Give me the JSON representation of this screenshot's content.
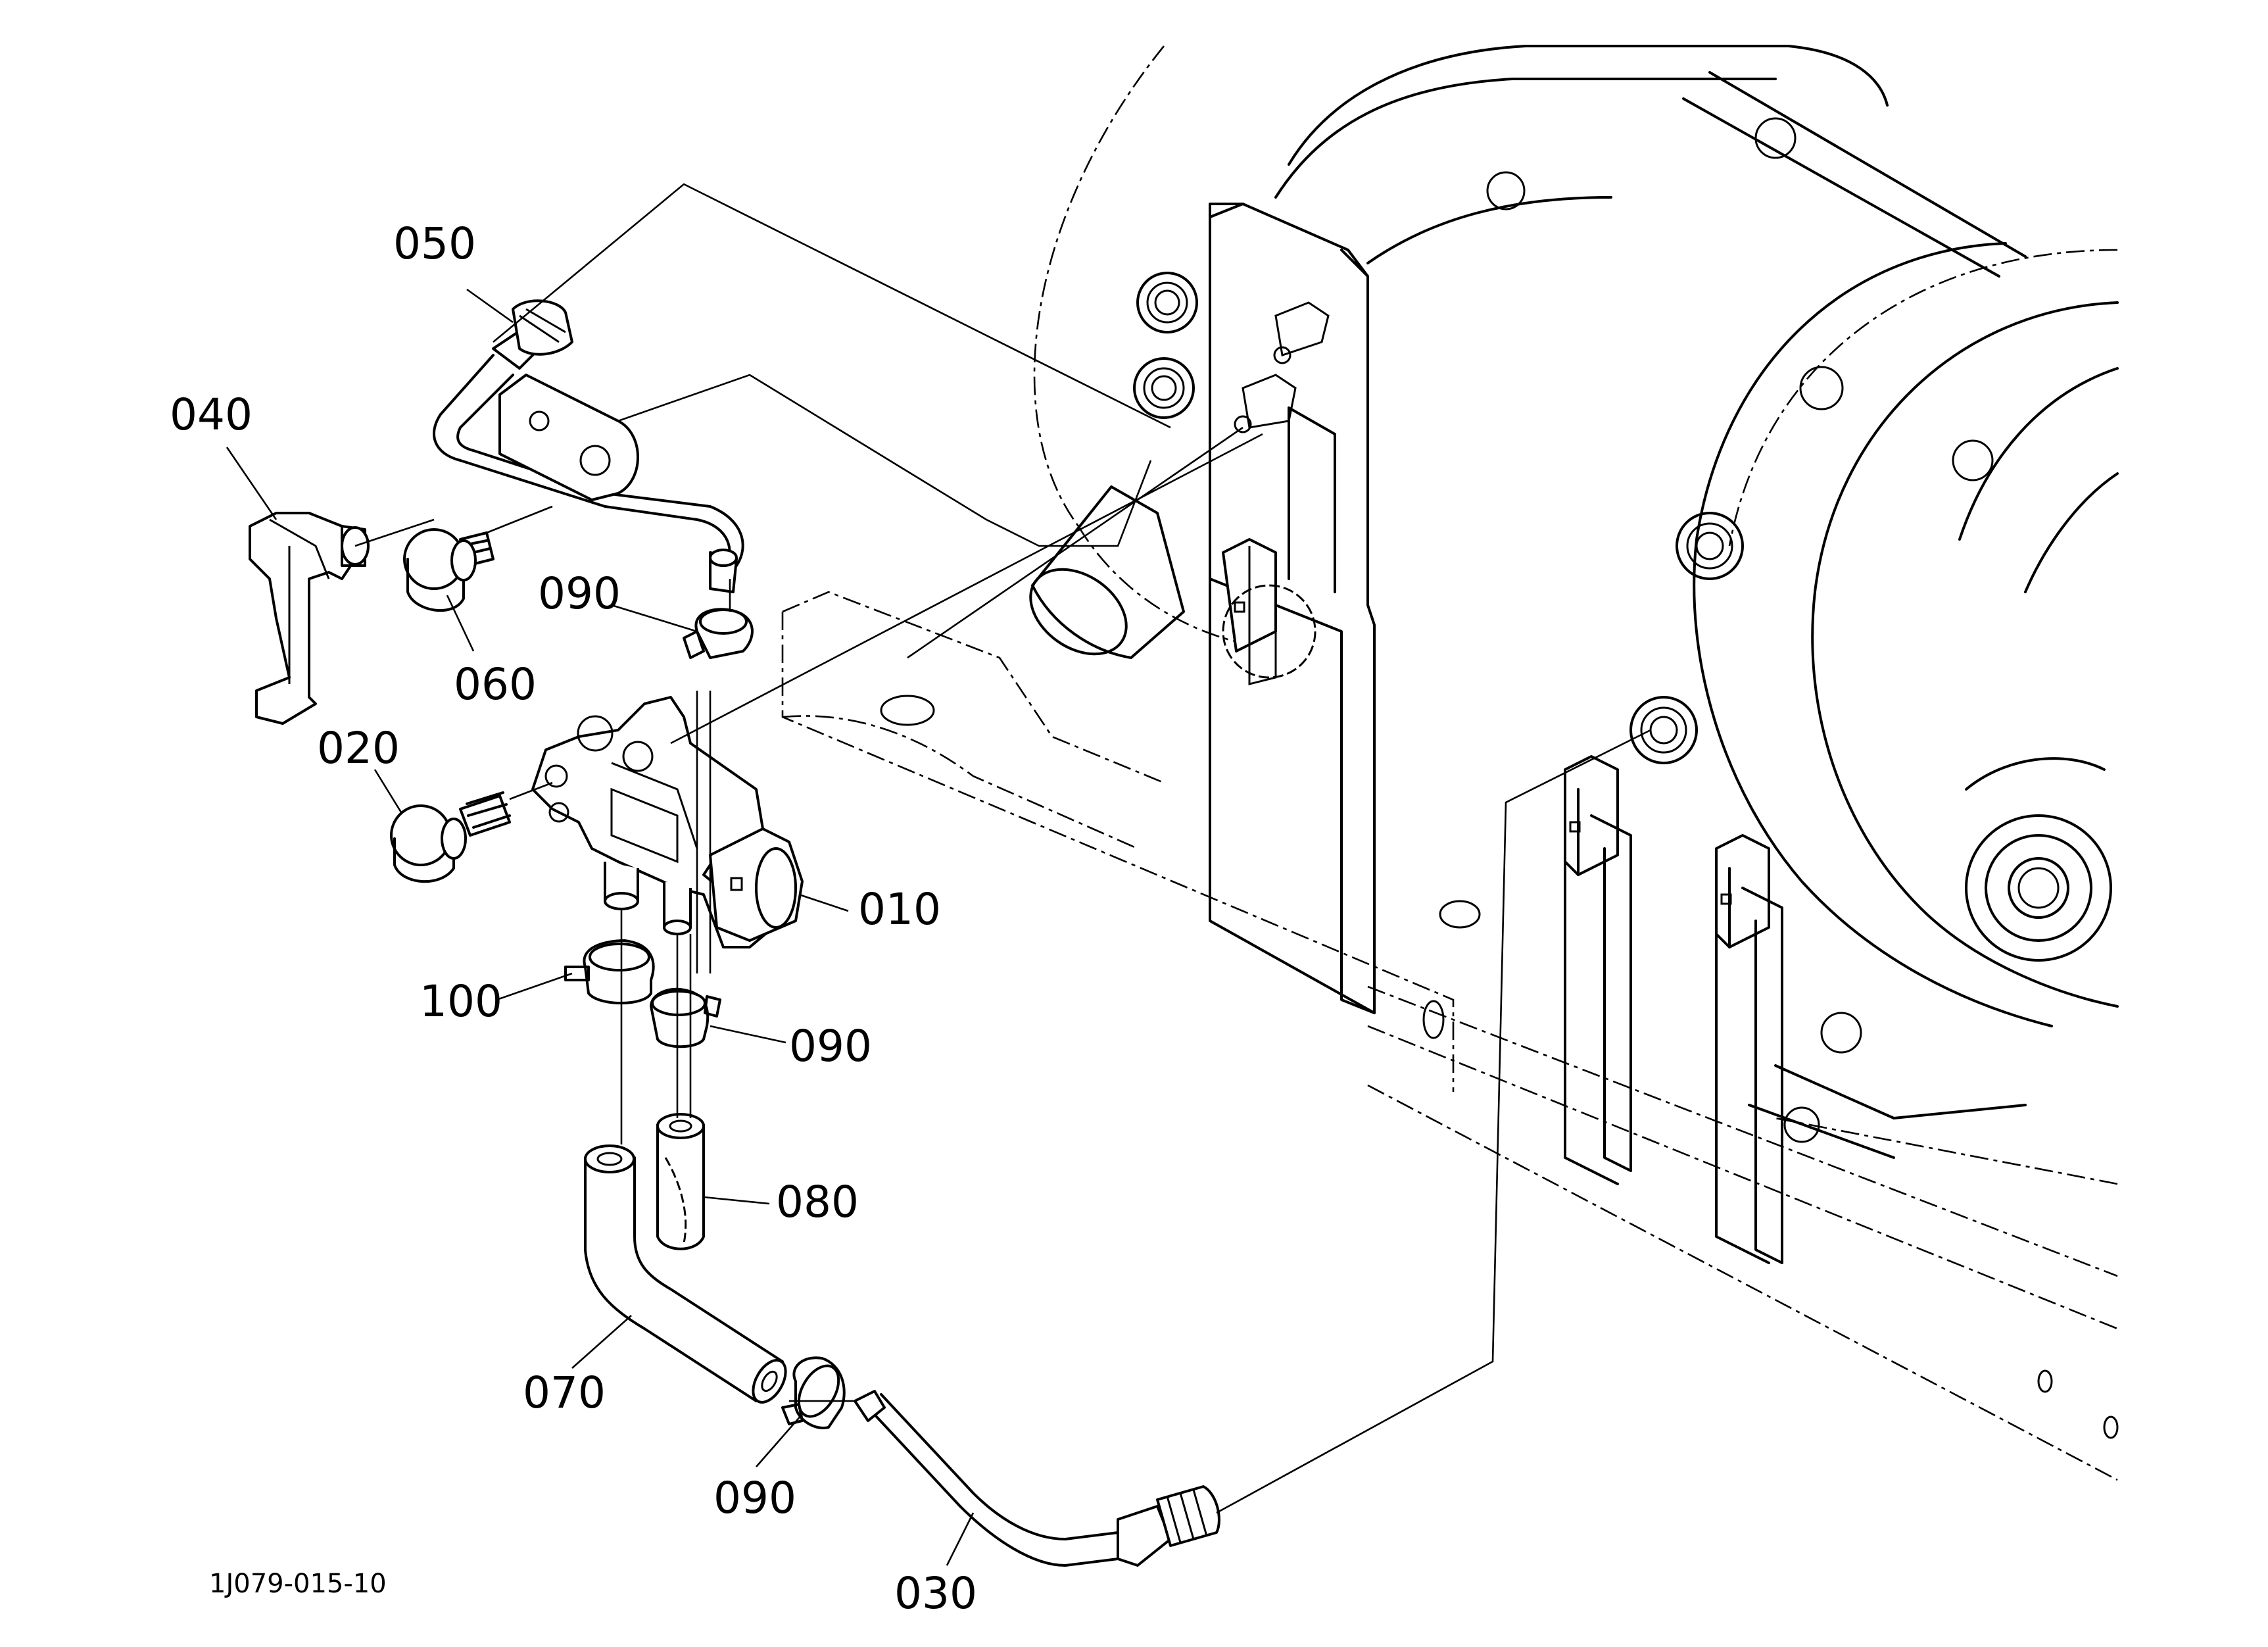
{
  "diagram": {
    "figure_code": "1J079-015-10",
    "callouts": [
      {
        "id": "c010",
        "label": "010"
      },
      {
        "id": "c020",
        "label": "020"
      },
      {
        "id": "c030",
        "label": "030"
      },
      {
        "id": "c040",
        "label": "040"
      },
      {
        "id": "c050",
        "label": "050"
      },
      {
        "id": "c060",
        "label": "060"
      },
      {
        "id": "c070",
        "label": "070"
      },
      {
        "id": "c080",
        "label": "080"
      },
      {
        "id": "c090a",
        "label": "090"
      },
      {
        "id": "c090b",
        "label": "090"
      },
      {
        "id": "c090c",
        "label": "090"
      },
      {
        "id": "c100",
        "label": "100"
      }
    ]
  }
}
